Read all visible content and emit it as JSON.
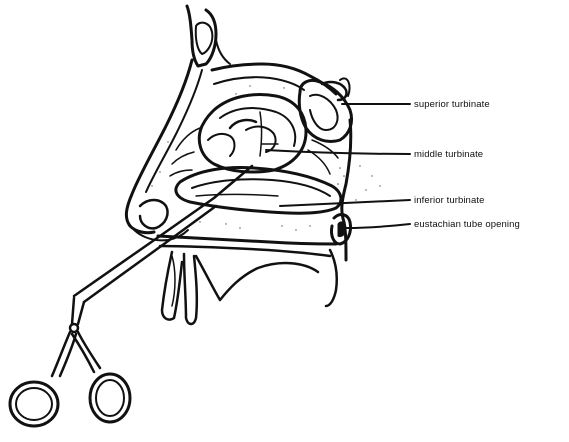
{
  "labels": {
    "superior_turbinate": "superior turbinate",
    "middle_turbinate": "middle turbinate",
    "inferior_turbinate": "inferior turbinate",
    "eustachian_tube_opening": "eustachian tube opening"
  },
  "colors": {
    "ink": "#111111",
    "background": "#ffffff"
  }
}
